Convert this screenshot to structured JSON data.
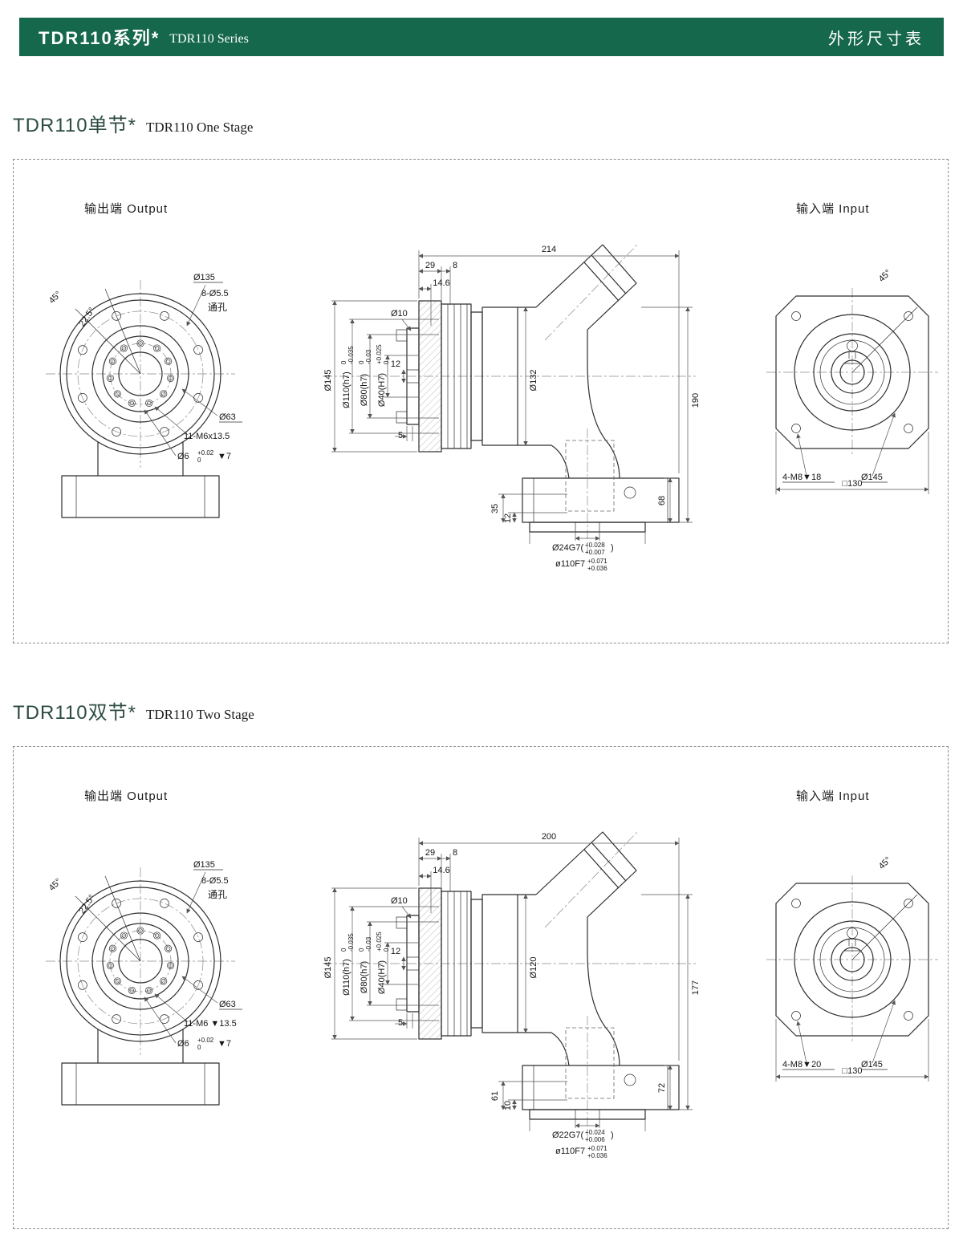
{
  "header": {
    "title_cn": "TDR110系列*",
    "title_en": "TDR110 Series",
    "right_label": "外形尺寸表"
  },
  "colors": {
    "header_bg": "#15684b",
    "line": "#2e2e2e",
    "dim": "#555555"
  },
  "sections": [
    {
      "title_cn": "TDR110单节*",
      "title_en": "TDR110 One Stage",
      "output_label": "输出端 Output",
      "input_label": "输入端 Input",
      "front": {
        "angle_outer": "45°",
        "angle_inner": "22.5°",
        "bolt_circle": "Ø135",
        "holes": "8-Ø5.5",
        "holes_note": "通孔",
        "inner_circle": "Ø63",
        "tapped": "11-M6x13.5",
        "pin": "Ø6",
        "pin_tol_top": "+0.02",
        "pin_tol_bottom": "0",
        "pin_depth": "▼7"
      },
      "side": {
        "overall": "214",
        "dim_a": "29",
        "dim_b": "8",
        "dim_c": "14.6",
        "d10": "Ø10",
        "d145": "Ø145",
        "d110": "Ø110(h7)",
        "d110_top": "0",
        "d110_bot": "-0.035",
        "d80": "Ø80(h7)",
        "d80_top": "0",
        "d80_bot": "-0.03",
        "d40": "Ø40(H7)",
        "d40_top": "+0.025",
        "d40_bot": "0",
        "key": "12",
        "pilot": "5",
        "body": "Ø132",
        "height": "190",
        "base_h": "68",
        "base_a": "35",
        "base_b": "12",
        "bore": "Ø24G7(",
        "bore_top": "+0.028",
        "bore_bot": "+0.007",
        "bore_close": ")",
        "spigot": "ø110F7",
        "spigot_top": "+0.071",
        "spigot_bot": "+0.036"
      },
      "input": {
        "angle": "45°",
        "screws": "4-M8▼18",
        "d145": "Ø145",
        "square": "□130"
      }
    },
    {
      "title_cn": "TDR110双节*",
      "title_en": "TDR110 Two Stage",
      "output_label": "输出端 Output",
      "input_label": "输入端 Input",
      "front": {
        "angle_outer": "45°",
        "angle_inner": "22.5°",
        "bolt_circle": "Ø135",
        "holes": "8-Ø5.5",
        "holes_note": "通孔",
        "inner_circle": "Ø63",
        "tapped": "11-M6 ▼13.5",
        "pin": "Ø6",
        "pin_tol_top": "+0.02",
        "pin_tol_bottom": "0",
        "pin_depth": "▼7"
      },
      "side": {
        "overall": "200",
        "dim_a": "29",
        "dim_b": "8",
        "dim_c": "14.6",
        "d10": "Ø10",
        "d145": "Ø145",
        "d110": "Ø110(h7)",
        "d110_top": "0",
        "d110_bot": "-0.035",
        "d80": "Ø80(h7)",
        "d80_top": "0",
        "d80_bot": "-0.03",
        "d40": "Ø40(H7)",
        "d40_top": "+0.025",
        "d40_bot": "0",
        "key": "12",
        "pilot": "5",
        "body": "Ø120",
        "height": "177",
        "base_h": "72",
        "base_a": "61",
        "base_b": "10",
        "bore": "Ø22G7(",
        "bore_top": "+0.024",
        "bore_bot": "+0.006",
        "bore_close": ")",
        "spigot": "ø110F7",
        "spigot_top": "+0.071",
        "spigot_bot": "+0.036"
      },
      "input": {
        "angle": "45°",
        "screws": "4-M8▼20",
        "d145": "Ø145",
        "square": "□130"
      }
    }
  ]
}
